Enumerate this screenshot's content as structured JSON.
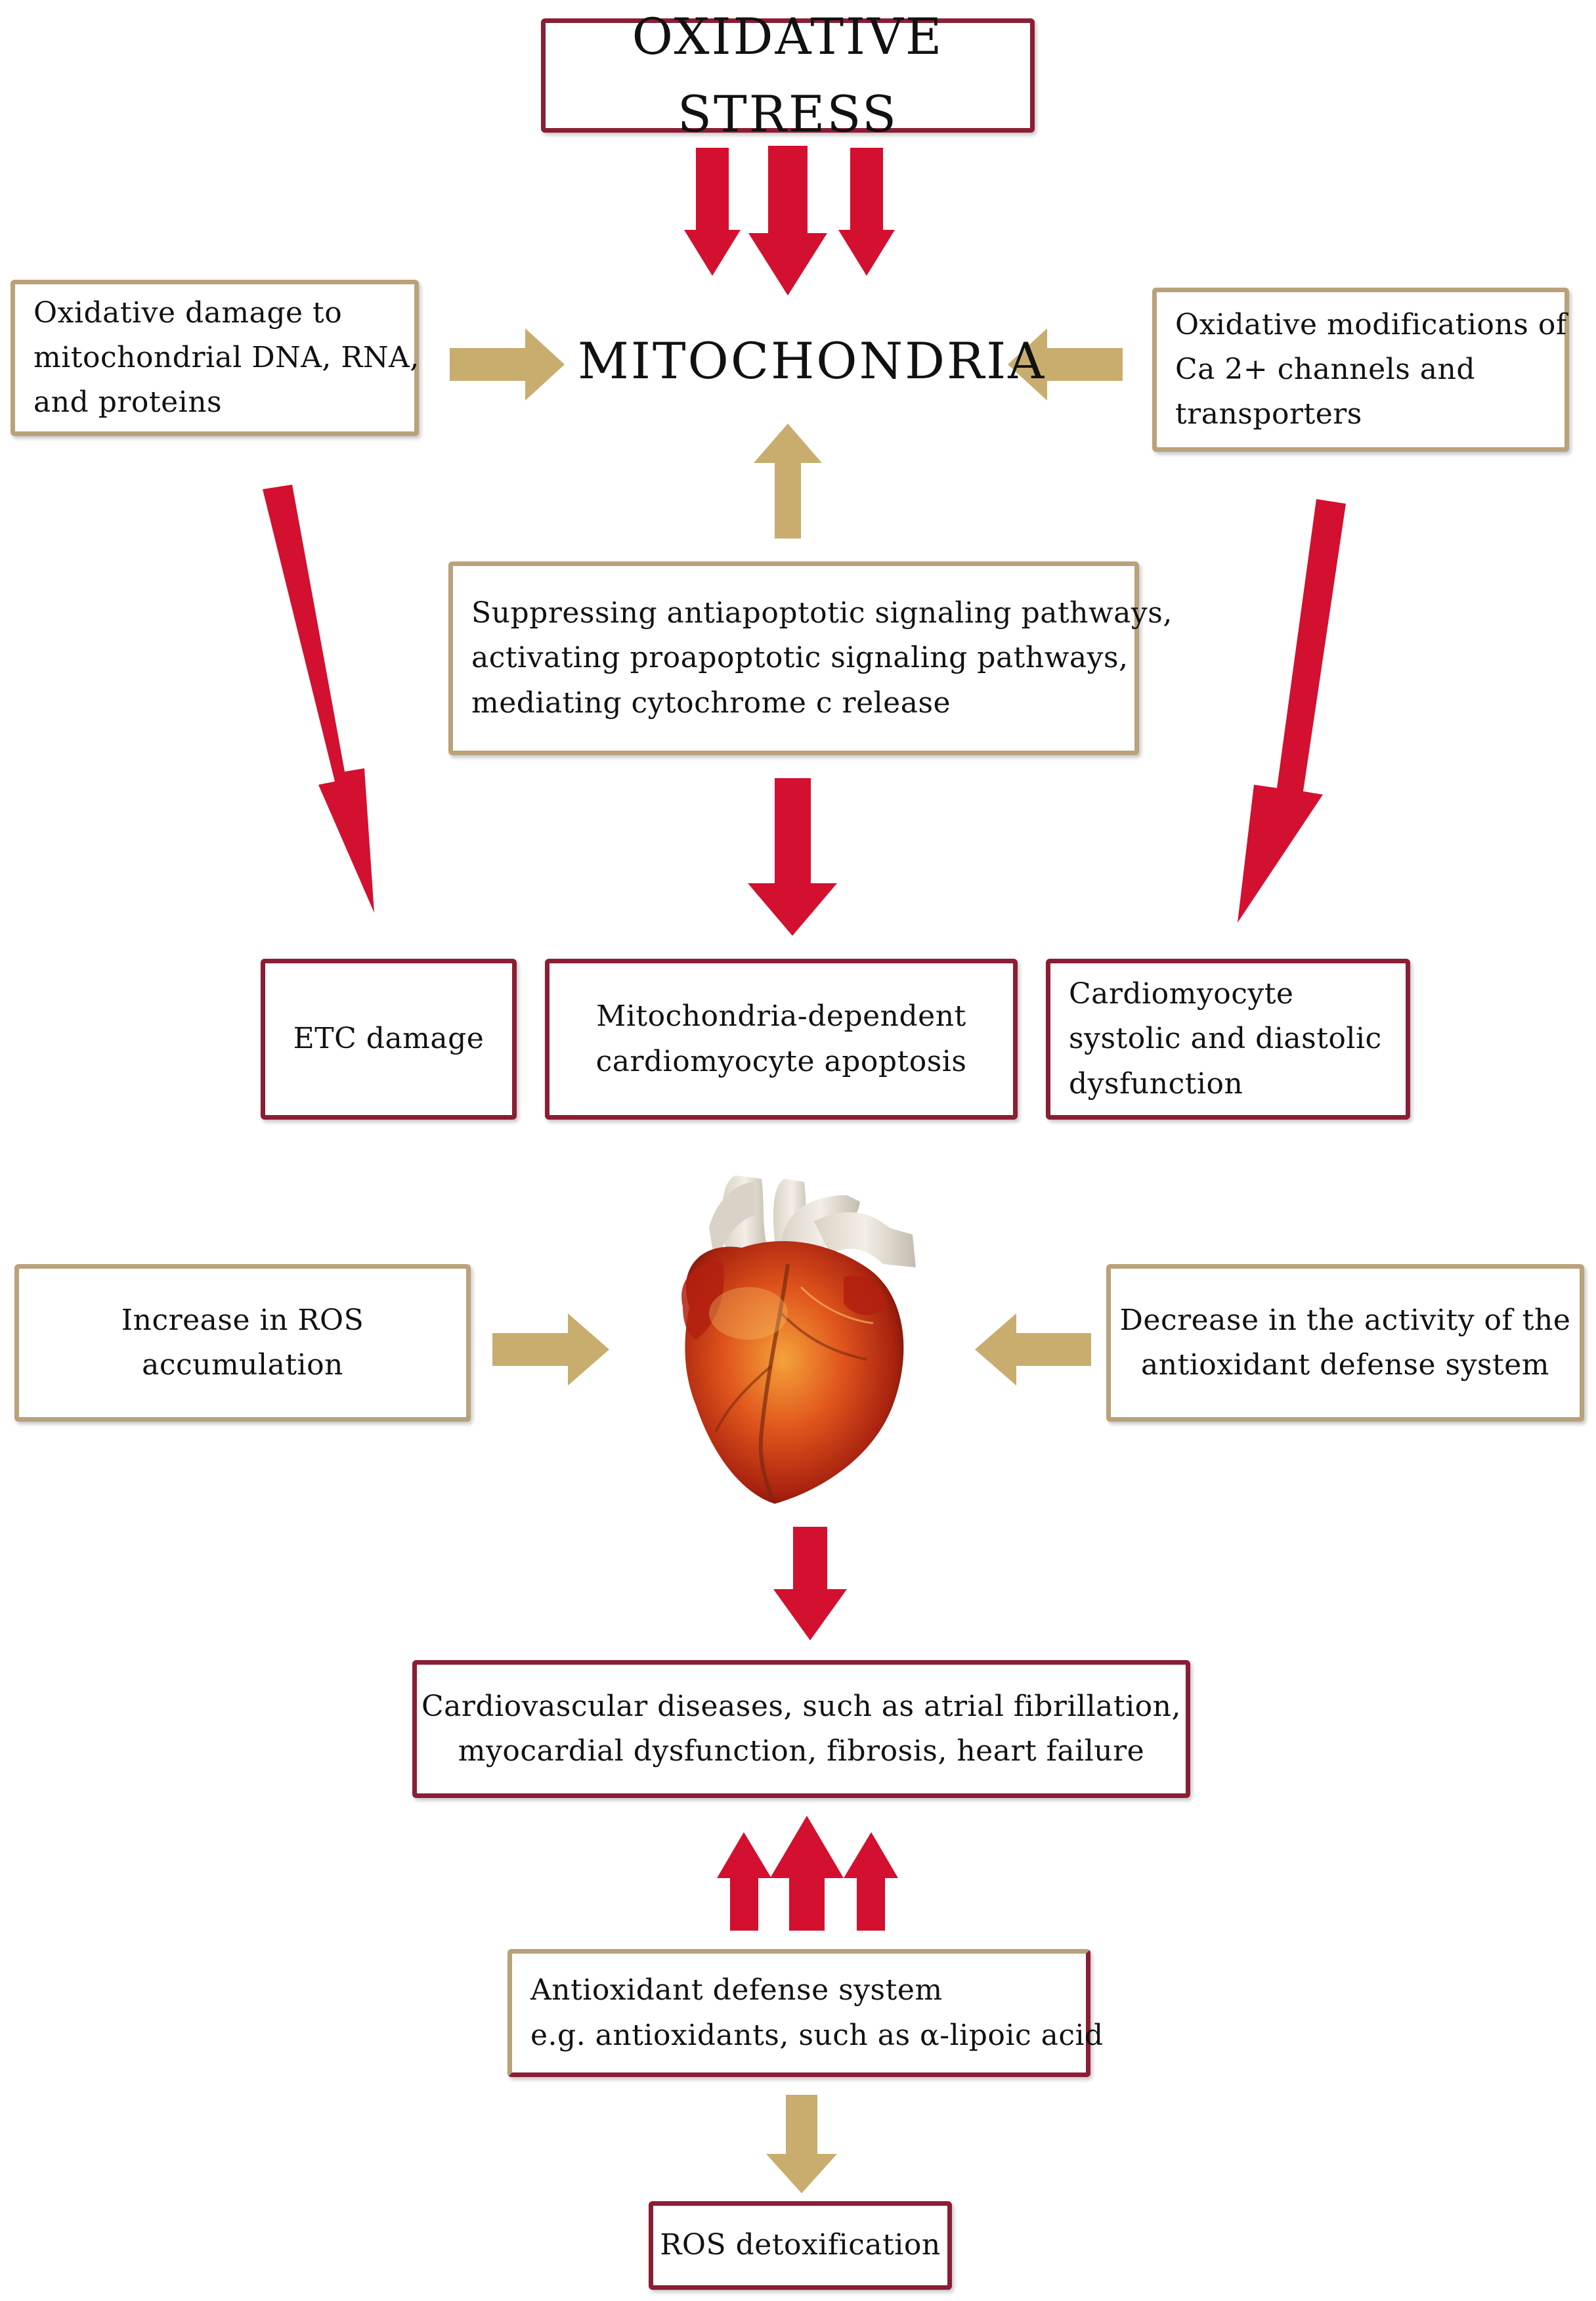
{
  "nodes": {
    "oxidative_stress": "OXIDATIVE STRESS",
    "mitochondria": "MITOCHONDRIA",
    "damage_dna": [
      "Oxidative damage to",
      "mitochondrial DNA, RNA,",
      "and proteins"
    ],
    "ca_channels": [
      "Oxidative modifications of",
      "Ca 2+ channels and",
      "transporters"
    ],
    "apoptotic_pathways": [
      "Suppressing antiapoptotic signaling pathways,",
      "activating proapoptotic signaling pathways,",
      "mediating cytochrome c release"
    ],
    "etc_damage": "ETC damage",
    "cardio_apoptosis": [
      "Mitochondria-dependent",
      "cardiomyocyte apoptosis"
    ],
    "dysfunction": [
      "Cardiomyocyte",
      "systolic and diastolic",
      "dysfunction"
    ],
    "ros_increase": "Increase in ROS accumulation",
    "antioxidant_decrease": [
      "Decrease in the activity of the",
      "antioxidant defense system"
    ],
    "cvd": [
      "Cardiovascular diseases, such as atrial fibrillation,",
      "myocardial dysfunction, fibrosis, heart failure"
    ],
    "antioxidant_system": [
      "Antioxidant defense system",
      "e.g. antioxidants, such as α-lipoic acid"
    ],
    "ros_detox": "ROS detoxification"
  },
  "colors": {
    "red_arrow": "#d3102f",
    "tan_arrow": "#c8ad6e",
    "dark_border": "#8a1e34",
    "tan_border": "#b9a27a"
  },
  "icons": {
    "heart": "heart-illustration"
  }
}
